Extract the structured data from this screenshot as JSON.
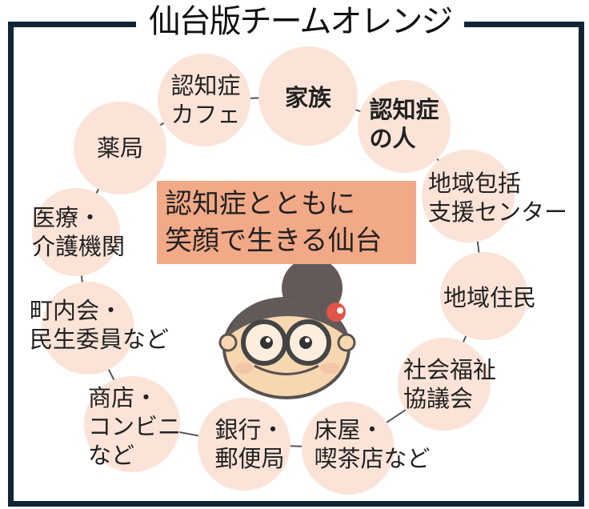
{
  "title": "仙台版チームオレンジ",
  "center_message": {
    "line1": "認知症とともに",
    "line2": "笑顔で生きる仙台"
  },
  "nodes": [
    {
      "line1": "認知症",
      "line2": "カフェ"
    },
    {
      "line1": "家族",
      "line2": ""
    },
    {
      "line1": "認知症",
      "line2": "の人"
    },
    {
      "line1": "地域包括",
      "line2": "支援センター"
    },
    {
      "line1": "地域住民",
      "line2": ""
    },
    {
      "line1": "社会福祉",
      "line2": "協議会"
    },
    {
      "line1": "床屋・",
      "line2": "喫茶店など"
    },
    {
      "line1": "銀行・",
      "line2": "郵便局"
    },
    {
      "line1": "商店・",
      "line2": "コンビニ",
      "line3": "など"
    },
    {
      "line1": "町内会・",
      "line2": "民生委員など"
    },
    {
      "line1": "医療・",
      "line2": "介護機関"
    },
    {
      "line1": "薬局",
      "line2": ""
    }
  ],
  "colors": {
    "frame": "#0f2535",
    "circle": "#fbe3d7",
    "center_box": "#f2a987",
    "connector": "#555555"
  }
}
